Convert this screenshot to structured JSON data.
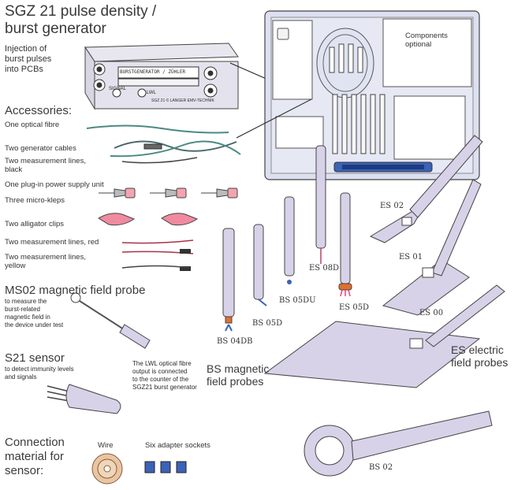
{
  "title": {
    "line1": "SGZ 21 pulse density /",
    "line2": "burst generator"
  },
  "injection_note": {
    "line1": "Injection of",
    "line2": "burst pulses",
    "line3": "into PCBs"
  },
  "device": {
    "panel_text": "BURSTGENERATOR / ZÜHLER",
    "small_text": "SGZ 21 © LANGER EMV-TECHNIK",
    "lwl_label": "LWL",
    "signal_label": "SIGNAL"
  },
  "case": {
    "components_l1": "Components",
    "components_l2": "optional"
  },
  "accessories": {
    "heading": "Accessories:",
    "items": [
      "One optical fibre",
      "Two generator cables",
      "Two measurement lines,",
      "black",
      "One plug-in power supply unit",
      "Three micro-kleps",
      "Two alligator clips",
      "Two measurement lines, red",
      "Two measurement lines,",
      "yellow"
    ]
  },
  "ms02": {
    "heading": "MS02 magnetic field probe",
    "desc": [
      "to measure the",
      "burst-related",
      "magnetic field in",
      "the device under test"
    ]
  },
  "s21": {
    "heading": "S21 sensor",
    "desc": [
      "to detect immunity levels",
      "and signals"
    ]
  },
  "lwl_note": [
    "The LWL optical fibre",
    "output is connected",
    "to the counter of the",
    "SGZ21 burst generator"
  ],
  "bs_probes": {
    "heading_l1": "BS magnetic",
    "heading_l2": "field probes",
    "labels": {
      "bs04db": "BS 04DB",
      "bs05d": "BS 05D",
      "bs05du": "BS 05DU",
      "bs02": "BS 02"
    }
  },
  "es_probes": {
    "heading_l1": "ES electric",
    "heading_l2": "field probes",
    "labels": {
      "es08d": "ES 08D",
      "es05d": "ES 05D",
      "es02": "ES 02",
      "es01": "ES 01",
      "es00": "ES 00"
    }
  },
  "connection": {
    "heading": [
      "Connection",
      "material for",
      "sensor:"
    ],
    "wire_label": "Wire",
    "sockets_label": "Six adapter sockets"
  },
  "colors": {
    "probe_body": "#d8d2e8",
    "outline": "#444444",
    "cable_teal": "#4a8a84",
    "clip_pink": "#f08aa0",
    "case_dots": "#c8cce8"
  }
}
